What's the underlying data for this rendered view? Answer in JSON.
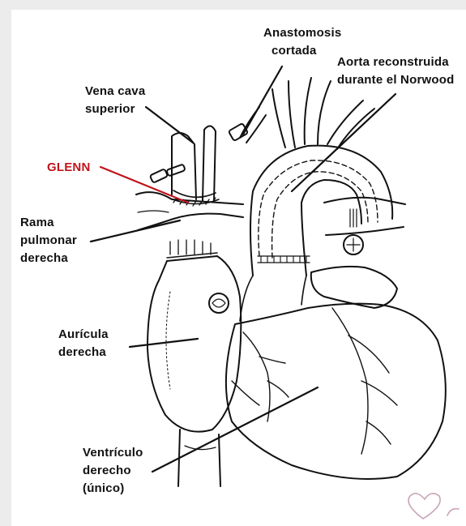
{
  "labels": {
    "anastomosis": [
      "Anastomosis",
      "cortada"
    ],
    "aorta": [
      "Aorta reconstruida",
      "durante el Norwood"
    ],
    "vena_cava": [
      "Vena cava",
      "superior"
    ],
    "glenn": [
      "GLENN"
    ],
    "rama": [
      "Rama",
      "pulmonar",
      "derecha"
    ],
    "auricula": [
      "Aurícula",
      "derecha"
    ],
    "ventriculo": [
      "Ventrículo",
      "derecho",
      "(único)"
    ]
  },
  "colors": {
    "line": "#111111",
    "glenn": "#c0141c",
    "background": "#ffffff",
    "frame": "#ececec",
    "logo": "#c9a3b8"
  },
  "logo": {
    "icon": "heart-logo-icon"
  }
}
